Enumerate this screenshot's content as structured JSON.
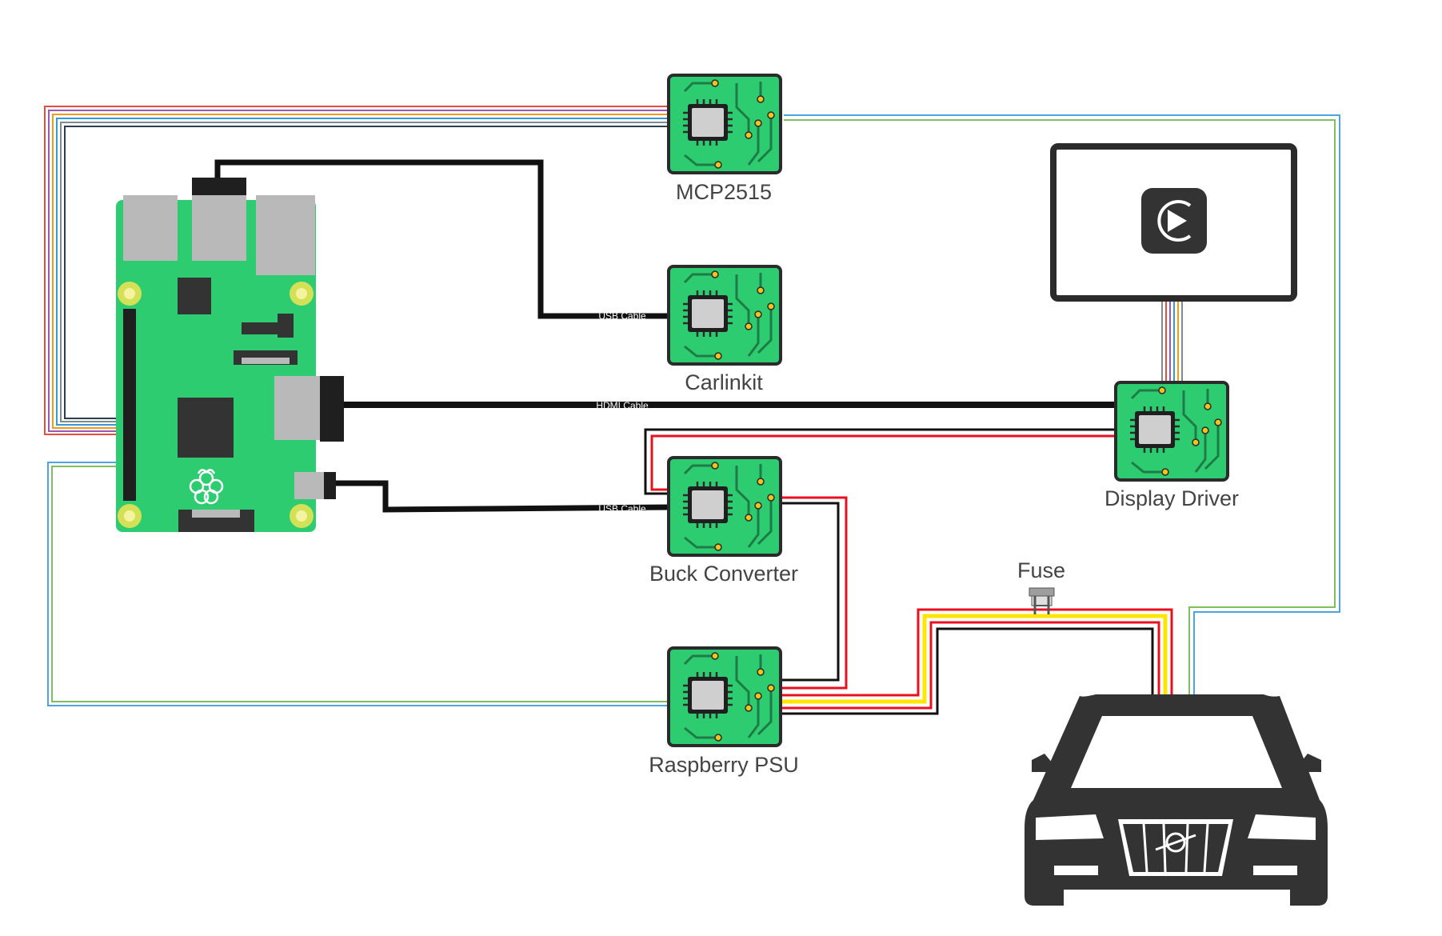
{
  "modules": {
    "mcp2515": "MCP2515",
    "carlinkit": "Carlinkit",
    "display_driver": "Display Driver",
    "buck_converter": "Buck Converter",
    "raspberry_psu": "Raspberry PSU"
  },
  "fuse_label": "Fuse",
  "cables": {
    "usb_top": "USB Cable",
    "hdmi": "HDMI Cable",
    "usb_bottom": "USB Cable"
  },
  "colors": {
    "board_green": "#2ecc71",
    "pcb_green": "#27ae60",
    "power_red": "#e8101e",
    "ground_black": "#111111",
    "acc_yellow": "#ffe600",
    "can_blue": "#4fa3e0",
    "can_green": "#7fbf5f",
    "car_body": "#333333"
  },
  "icons": {
    "screen": "carplay-icon",
    "car": "volvo-car-icon",
    "raspberry": "raspberry-logo-icon"
  }
}
